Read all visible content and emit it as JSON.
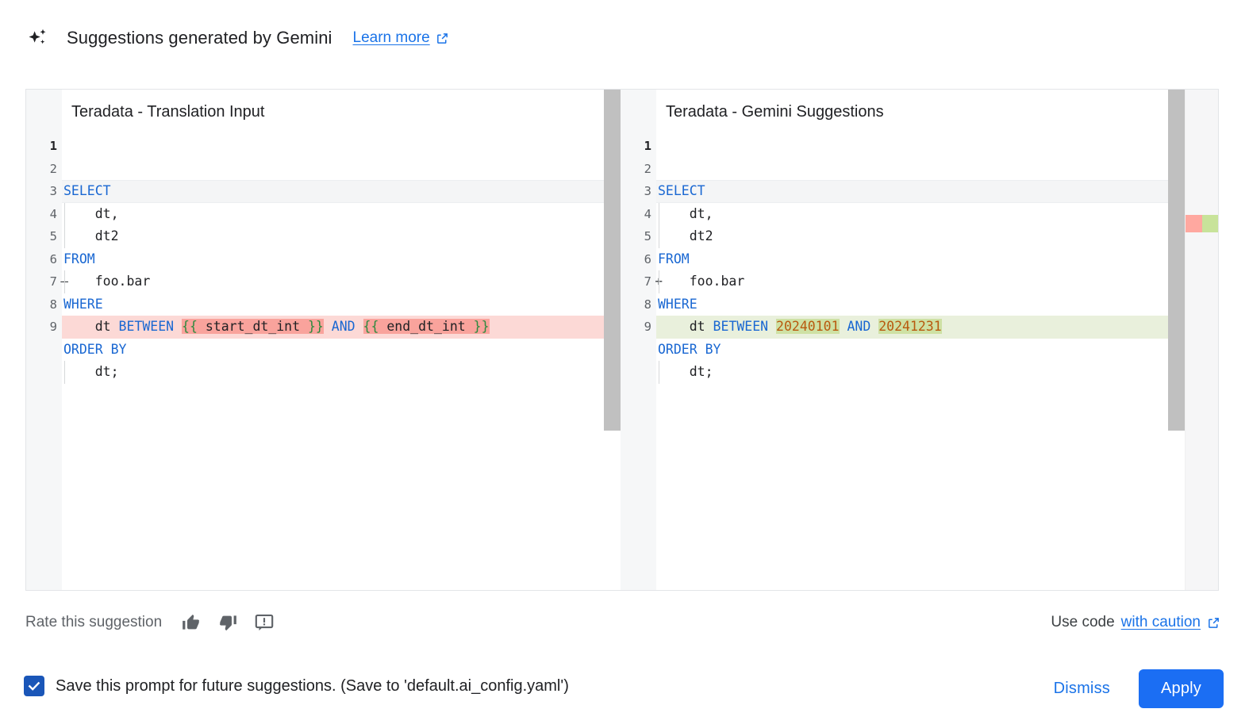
{
  "header": {
    "icon": "sparkle-icon",
    "title": "Suggestions generated by Gemini",
    "learn_more": "Learn more",
    "learn_more_icon": "external-link-icon"
  },
  "diff": {
    "left": {
      "title": "Teradata - Translation Input",
      "lines": [
        {
          "n": "1",
          "sign": "",
          "state": "first",
          "indent": false,
          "tokens": [
            {
              "t": "SELECT",
              "c": "kw"
            }
          ]
        },
        {
          "n": "2",
          "sign": "",
          "state": "",
          "indent": true,
          "tokens": [
            {
              "t": "    dt,",
              "c": "plain"
            }
          ]
        },
        {
          "n": "3",
          "sign": "",
          "state": "",
          "indent": true,
          "tokens": [
            {
              "t": "    dt2",
              "c": "plain"
            }
          ]
        },
        {
          "n": "4",
          "sign": "",
          "state": "",
          "indent": false,
          "tokens": [
            {
              "t": "FROM",
              "c": "kw"
            }
          ]
        },
        {
          "n": "5",
          "sign": "",
          "state": "",
          "indent": true,
          "tokens": [
            {
              "t": "    foo.bar",
              "c": "plain"
            }
          ]
        },
        {
          "n": "6",
          "sign": "",
          "state": "",
          "indent": false,
          "tokens": [
            {
              "t": "WHERE",
              "c": "kw"
            }
          ]
        },
        {
          "n": "7",
          "sign": "—",
          "state": "del",
          "indent": false,
          "tokens": [
            {
              "t": "    dt ",
              "c": "plain"
            },
            {
              "t": "BETWEEN",
              "c": "kw"
            },
            {
              "t": " ",
              "c": "plain"
            },
            {
              "t": "{{",
              "c": "brc",
              "hl": "del"
            },
            {
              "t": " start_dt_int ",
              "c": "plain",
              "hl": "del"
            },
            {
              "t": "}}",
              "c": "brc",
              "hl": "del"
            },
            {
              "t": " ",
              "c": "plain"
            },
            {
              "t": "AND",
              "c": "kw"
            },
            {
              "t": " ",
              "c": "plain"
            },
            {
              "t": "{{",
              "c": "brc",
              "hl": "del"
            },
            {
              "t": " end_dt_int ",
              "c": "plain",
              "hl": "del"
            },
            {
              "t": "}}",
              "c": "brc",
              "hl": "del"
            }
          ]
        },
        {
          "n": "8",
          "sign": "",
          "state": "",
          "indent": false,
          "tokens": [
            {
              "t": "ORDER BY",
              "c": "kw"
            }
          ]
        },
        {
          "n": "9",
          "sign": "",
          "state": "",
          "indent": true,
          "tokens": [
            {
              "t": "    dt;",
              "c": "plain"
            }
          ]
        }
      ]
    },
    "right": {
      "title": "Teradata - Gemini Suggestions",
      "lines": [
        {
          "n": "1",
          "sign": "",
          "state": "first",
          "indent": false,
          "tokens": [
            {
              "t": "SELECT",
              "c": "kw"
            }
          ]
        },
        {
          "n": "2",
          "sign": "",
          "state": "",
          "indent": true,
          "tokens": [
            {
              "t": "    dt,",
              "c": "plain"
            }
          ]
        },
        {
          "n": "3",
          "sign": "",
          "state": "",
          "indent": true,
          "tokens": [
            {
              "t": "    dt2",
              "c": "plain"
            }
          ]
        },
        {
          "n": "4",
          "sign": "",
          "state": "",
          "indent": false,
          "tokens": [
            {
              "t": "FROM",
              "c": "kw"
            }
          ]
        },
        {
          "n": "5",
          "sign": "",
          "state": "",
          "indent": true,
          "tokens": [
            {
              "t": "    foo.bar",
              "c": "plain"
            }
          ]
        },
        {
          "n": "6",
          "sign": "",
          "state": "",
          "indent": false,
          "tokens": [
            {
              "t": "WHERE",
              "c": "kw"
            }
          ]
        },
        {
          "n": "7",
          "sign": "+",
          "state": "add",
          "indent": false,
          "tokens": [
            {
              "t": "    dt ",
              "c": "plain"
            },
            {
              "t": "BETWEEN",
              "c": "kw"
            },
            {
              "t": " ",
              "c": "plain"
            },
            {
              "t": "20240101",
              "c": "num",
              "hl": "add"
            },
            {
              "t": " ",
              "c": "plain"
            },
            {
              "t": "AND",
              "c": "kw"
            },
            {
              "t": " ",
              "c": "plain"
            },
            {
              "t": "20241231",
              "c": "num",
              "hl": "add"
            }
          ]
        },
        {
          "n": "8",
          "sign": "",
          "state": "",
          "indent": false,
          "tokens": [
            {
              "t": "ORDER BY",
              "c": "kw"
            }
          ]
        },
        {
          "n": "9",
          "sign": "",
          "state": "",
          "indent": true,
          "tokens": [
            {
              "t": "    dt;",
              "c": "plain"
            }
          ]
        }
      ],
      "ruler_markers": [
        {
          "kind": "removed",
          "color": "#ffa8a0"
        },
        {
          "kind": "added",
          "color": "#c8e39a"
        }
      ]
    }
  },
  "rate": {
    "label": "Rate this suggestion",
    "icons": [
      "thumb-up-icon",
      "thumb-down-icon",
      "report-feedback-icon"
    ]
  },
  "use_code": {
    "prefix": "Use code",
    "link": "with caution",
    "icon": "external-link-icon"
  },
  "footer": {
    "save_checked": true,
    "save_label": "Save this prompt for future suggestions. (Save to 'default.ai_config.yaml')",
    "dismiss_label": "Dismiss",
    "apply_label": "Apply"
  },
  "colors": {
    "link": "#1a73e8",
    "primary_button": "#1b6ef3",
    "checkbox": "#1a56b8",
    "diff_removed_line": "#fcd9d6",
    "diff_removed_word": "#f9a39c",
    "diff_added_line": "#e9f0dc",
    "diff_added_word": "#cee1a4",
    "keyword": "#1967d2",
    "number": "#b8590e",
    "brace": "#2a8a3e"
  }
}
